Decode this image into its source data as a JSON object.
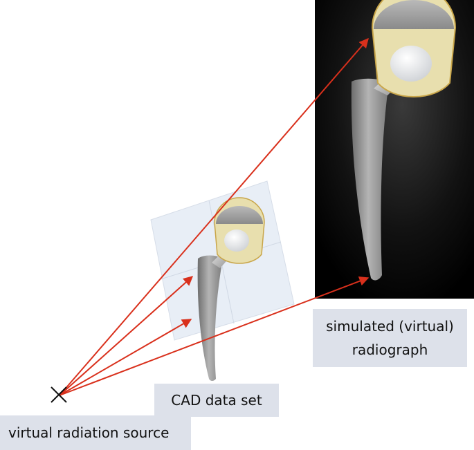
{
  "labels": {
    "cad_data_set": "CAD data set",
    "virtual_radiation_source": "virtual radiation source",
    "radiograph_line1": "simulated (virtual)",
    "radiograph_line2": "radiograph"
  },
  "icons": {
    "source_marker": "x-cross-icon"
  },
  "colors": {
    "ray": "#d9301c",
    "radiograph_background": "#000000",
    "label_background": "#dde1ea",
    "cad_plane": "#e8eef6"
  }
}
